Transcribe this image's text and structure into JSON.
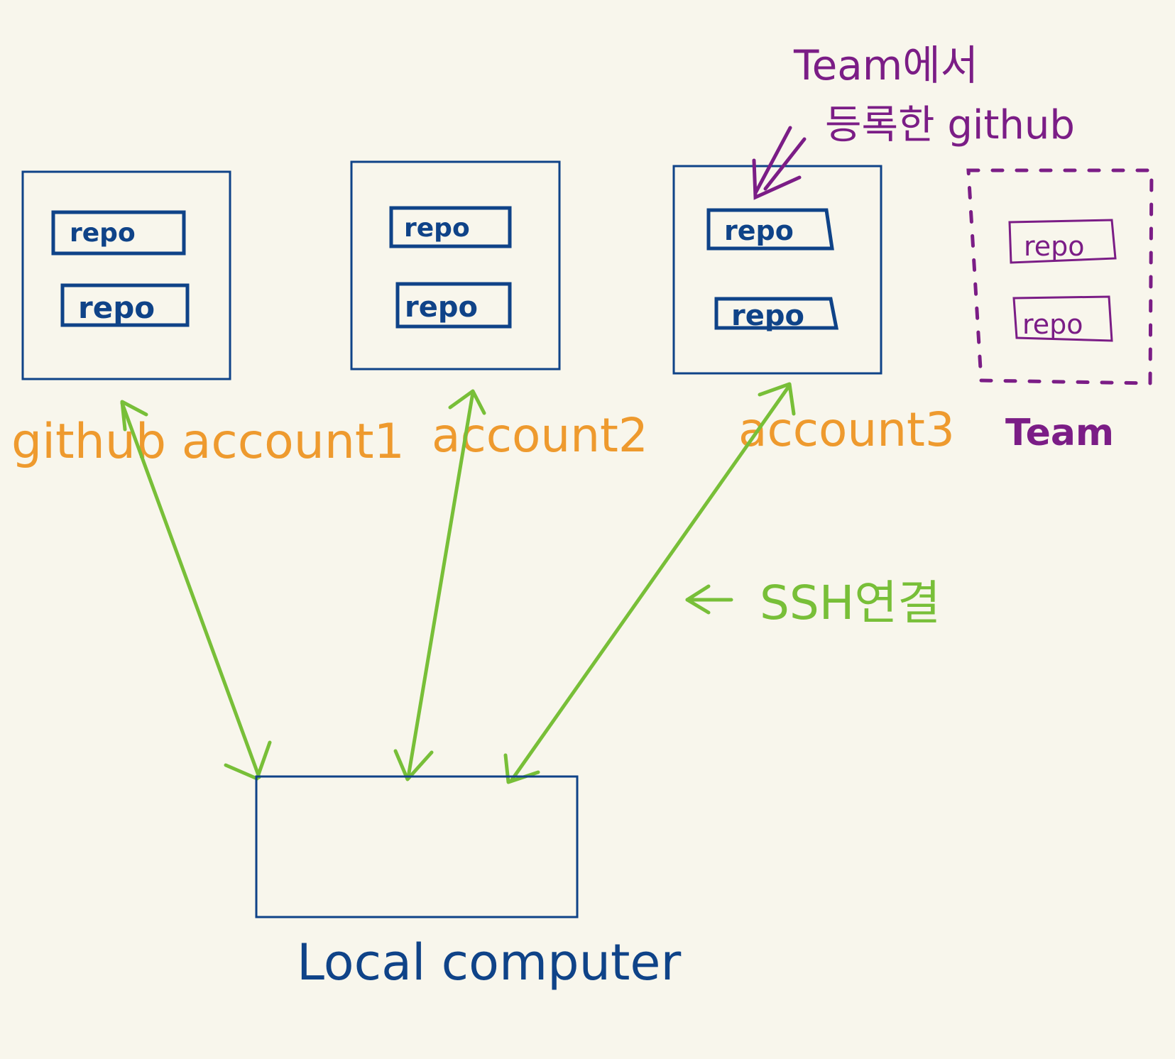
{
  "colors": {
    "background": "#f8f6ec",
    "box": "#0f4388",
    "account_label": "#ee9a2e",
    "arrow": "#78bf38",
    "team": "#7b1d86"
  },
  "accounts": [
    {
      "label": "github account1",
      "repos": [
        "repo",
        "repo"
      ]
    },
    {
      "label": "account2",
      "repos": [
        "repo",
        "repo"
      ]
    },
    {
      "label": "account3",
      "repos": [
        "repo",
        "repo"
      ]
    }
  ],
  "team": {
    "label": "Team",
    "repos": [
      "repo",
      "repo"
    ],
    "note_line1": "Team에서",
    "note_line2": "등록한 github"
  },
  "local": {
    "label": "Local computer"
  },
  "connection": {
    "label": "SSH연결"
  }
}
